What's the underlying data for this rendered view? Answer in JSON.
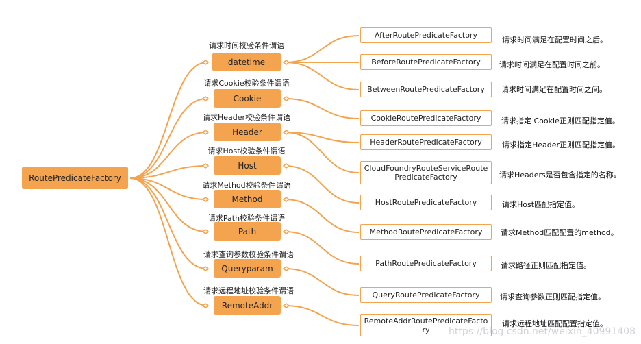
{
  "root": {
    "label": "RoutePredicateFactory"
  },
  "categories": [
    {
      "label": "datetime",
      "caption": "请求时间校验条件谓语"
    },
    {
      "label": "Cookie",
      "caption": "请求Cookie校验条件谓语"
    },
    {
      "label": "Header",
      "caption": "请求Header校验条件谓语"
    },
    {
      "label": "Host",
      "caption": "请求Host校验条件谓语"
    },
    {
      "label": "Method",
      "caption": "请求Method校验条件谓语"
    },
    {
      "label": "Path",
      "caption": "请求Path校验条件谓语"
    },
    {
      "label": "Queryparam",
      "caption": "请求查询参数校验条件谓语"
    },
    {
      "label": "RemoteAddr",
      "caption": "请求远程地址校验条件谓语"
    }
  ],
  "factories": [
    {
      "label": "AfterRoutePredicateFactory",
      "desc": "请求时间满足在配置时间之后。"
    },
    {
      "label": "BeforeRoutePredicateFactory",
      "desc": "请求时间满足在配置时间之前。"
    },
    {
      "label": "BetweenRoutePredicateFactory",
      "desc": "请求时间满足在配置时间之间。"
    },
    {
      "label": "CookieRoutePredicateFactory",
      "desc": "请求指定 Cookie正则匹配指定值。"
    },
    {
      "label": "HeaderRoutePredicateFactory",
      "desc": "请求指定Header正则匹配指定值。"
    },
    {
      "label": "CloudFoundryRouteServiceRoutePredicateFactory",
      "desc": "请求Headers是否包含指定的名称。"
    },
    {
      "label": "HostRoutePredicateFactory",
      "desc": "请求Host匹配指定值。"
    },
    {
      "label": "MethodRoutePredicateFactory",
      "desc": "请求Method匹配配置的method。"
    },
    {
      "label": "PathRoutePredicateFactory",
      "desc": "请求路径正则匹配指定值。"
    },
    {
      "label": "QueryRoutePredicateFactory",
      "desc": "请求查询参数正则匹配指定值。"
    },
    {
      "label": "RemoteAddrRoutePredicateFactory",
      "desc": "请求远程地址匹配配置指定值。"
    }
  ],
  "watermark": "https://blog.csdn.net/weixin_40991408",
  "colors": {
    "accent": "#f4a34f",
    "line": "#f4a34f"
  }
}
